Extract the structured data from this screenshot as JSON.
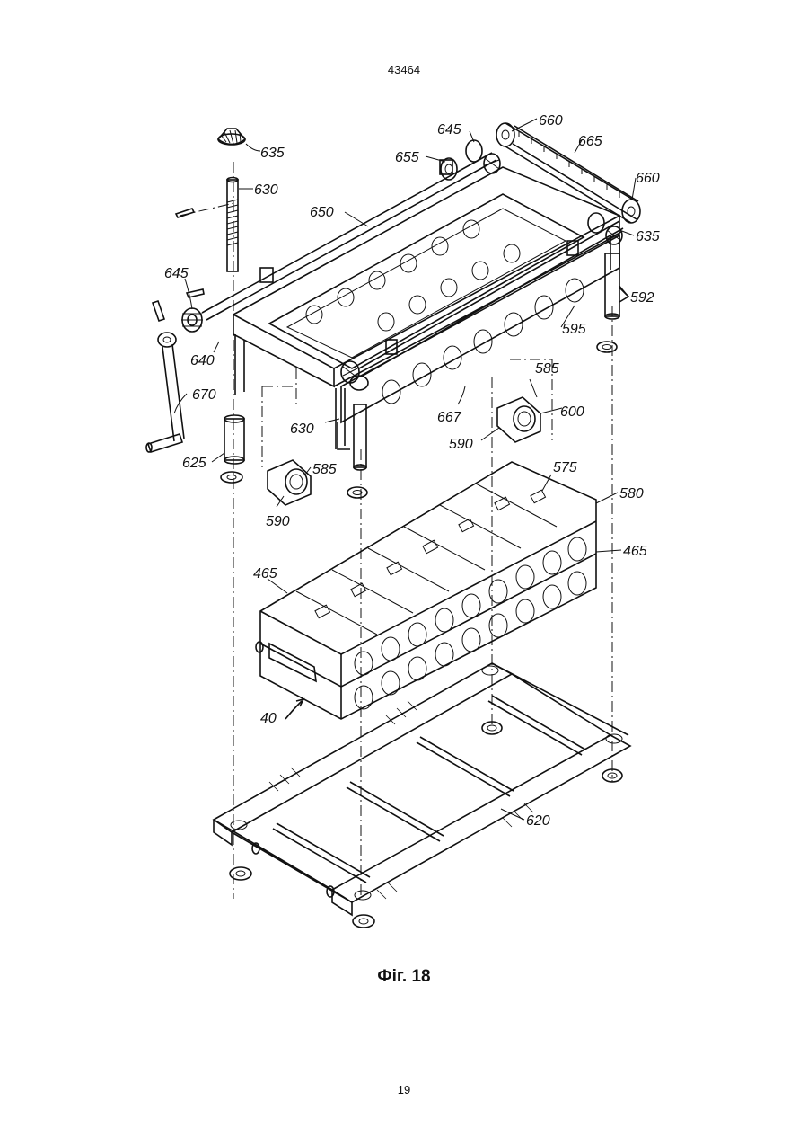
{
  "document": {
    "number": "43464",
    "figure_caption": "Фіг. 18",
    "page_number": "19"
  },
  "diagram": {
    "labels": {
      "l635a": "635",
      "l630a": "630",
      "l650": "650",
      "l645a": "645",
      "l655": "655",
      "l645b": "645",
      "l660a": "660",
      "l665": "665",
      "l660b": "660",
      "l635b": "635",
      "l592": "592",
      "l595": "595",
      "l640": "640",
      "l670": "670",
      "l585a": "585",
      "l600": "600",
      "l590a": "590",
      "l667": "667",
      "l630b": "630",
      "l625": "625",
      "l585b": "585",
      "l590b": "590",
      "l575": "575",
      "l580": "580",
      "l465a": "465",
      "l465b": "465",
      "l40": "40",
      "l620": "620"
    }
  }
}
